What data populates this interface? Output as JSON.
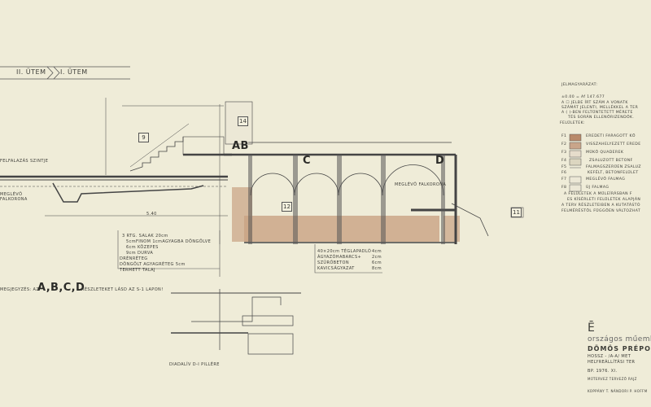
{
  "phases": {
    "left": "II. ÜTEM",
    "right": "I. ÜTEM"
  },
  "labels": {
    "walling_level": "FELFALAZÁS SZINTJE",
    "existing_wall_crown_left": "MEGLÉVŐ FALKORONA",
    "existing_wall_crown_mid": "MEGLÉVŐ FALKORONA",
    "section_ab": "AB",
    "section_c": "C",
    "section_d": "D",
    "dim_540": "5.40"
  },
  "numbered_boxes": [
    "9",
    "14",
    "12",
    "11"
  ],
  "layers_left": [
    "3 RTG. SALAK  20cm",
    "5cmFINOM  1cmAGYAGBA  DÖNGÖLVE",
    "6cm KÖZEPES",
    "9cm DURVA",
    "DRÉNRÉTEG",
    "DÖNGÖLT  AGYAGRÉTEG  5cm",
    "TERMETT  TALAJ"
  ],
  "layers_right": [
    {
      "name": "40×20cm TÉGLAPADLÓ",
      "value": "4cm"
    },
    {
      "name": "ÁGYAZÓHABARCS+",
      "value": "2cm"
    },
    {
      "name": "SZŰRŐBETON",
      "value": "6cm"
    },
    {
      "name": "KAVICSÁGYAZAT",
      "value": "8cm"
    }
  ],
  "note": {
    "prefix": "MEGJEGYZÉS: AZ",
    "letters": "A,B,C,D",
    "suffix": "RÉSZLETEKET  LÁSD  AZ  S-1  LAPON!"
  },
  "detail_caption": "DIADALÍV  D-I  PILLÉRE",
  "legend": {
    "title": "JELMAGYARÁZAT:",
    "datum": "±0.00 = Af  147.677",
    "lines": [
      "A ☐ JELBE ÍRT SZÁM A VONATK",
      "SZÁMÁT JELENTI, MELLÉKKEL A TER",
      "A ( )-BEN FELTÜNTETETT MÉRETE",
      "TÉS  SORÁN  ELLENŐRIZENDŐK."
    ],
    "surfaces_title": "FELÜLETEK:",
    "items": [
      {
        "code": "F1",
        "text": "EREDETI  FARAGOTT KŐ",
        "color": "#b98a6a"
      },
      {
        "code": "F2",
        "text": "VISSZAHELYEZETT  EREDE",
        "color": "#c9a58a"
      },
      {
        "code": "F3",
        "text": "MŰKŐ  QUADEREK",
        "color": "#e6dccb"
      },
      {
        "code": "F4",
        "text": "ZSALUZOTT  BETONF",
        "color": "#dcd6c0"
      },
      {
        "code": "F5",
        "text": "FALMAGSZERŰEN  ZSALUZ",
        "color": ""
      },
      {
        "code": "F6",
        "text": "KEFÉLT,  BETONFELÜLET",
        "color": ""
      },
      {
        "code": "F7",
        "text": "MEGLÉVŐ  FALMAG",
        "color": "#ece8d6"
      },
      {
        "code": "F8",
        "text": "ÚJ  FALMAG",
        "color": "#ece8d6"
      }
    ],
    "footer": [
      "A  FELÜLETEK  A  MŰLEÍRÁSBAN  F",
      "ES  KÍSÉRLETI FELÜLETEK  ALAPJÁN",
      "A TERV RÉSZLETEIBEN A KUTATÁSTÓ",
      "FELMÉRÉSTŐL  FÜGGŐEN  VÁLTOZHAT"
    ]
  },
  "title_block": {
    "logo": "Ē",
    "org": "országos műeml",
    "project": "DÖMÖS   PRÉPO",
    "sheet": "HOSSZ - /A-A/  MET",
    "subtitle": "HELYREÁLLÍTÁSI  TER",
    "date": "BP. 1976. XI.",
    "designer": "MŰTERVEZ TERVEZŐ RAJZ",
    "names": "KOPPÁNY T.  NÁNDORI P.  HOFFM"
  },
  "colors": {
    "paper": "#efecd8",
    "ink": "#3a3a36",
    "stone": "#c9a283",
    "stone_dark": "#a8825f"
  }
}
